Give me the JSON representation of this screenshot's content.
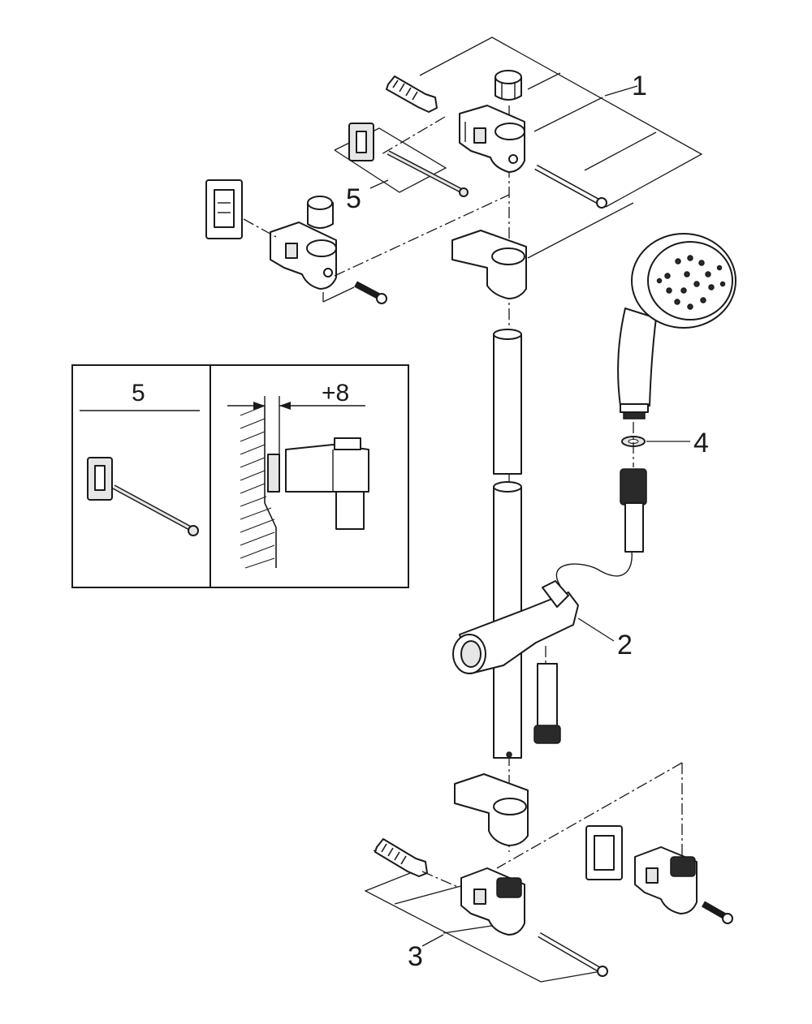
{
  "callouts": {
    "part_1": "1",
    "part_2": "2",
    "part_3": "3",
    "part_4": "4",
    "part_5": "5"
  },
  "detail_box": {
    "left_title": "5",
    "right_dimension": "+8"
  },
  "colors": {
    "line": "#1a1a1a",
    "fill": "#ffffff",
    "shade": "#e6e6e6"
  }
}
